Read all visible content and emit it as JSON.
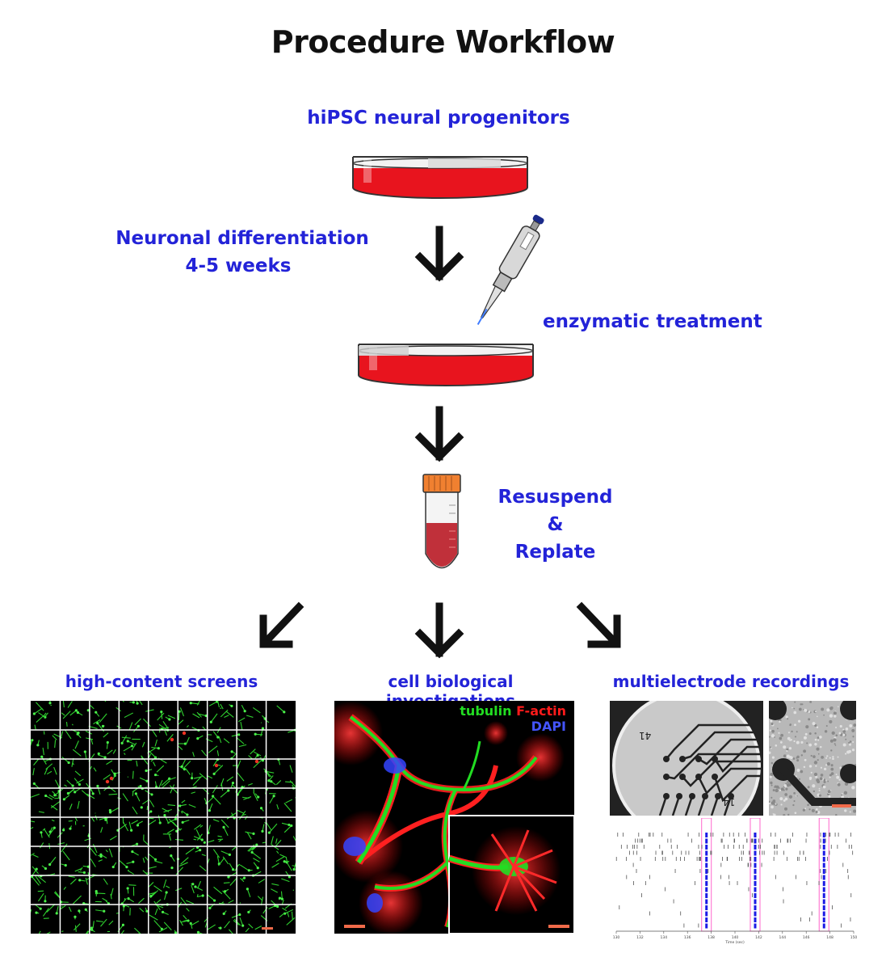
{
  "title": "Procedure Workflow",
  "steps": {
    "progenitors": "hiPSC neural progenitors",
    "differentiation_line1": "Neuronal differentiation",
    "differentiation_line2": "4-5 weeks",
    "enzymatic": "enzymatic treatment",
    "resuspend": "Resuspend",
    "ampersand": "&",
    "replate": "Replate"
  },
  "outputs": {
    "left": "high-content screens",
    "middle": "cell biological investigations",
    "right": "multielectrode recordings"
  },
  "stain_legend": {
    "tubulin": "tubulin",
    "factin": "F-actin",
    "dapi": "DAPI"
  },
  "mea_labels": {
    "electrode_a": "41",
    "electrode_b": "14"
  },
  "raster": {
    "axis_ticks": [
      "130",
      "132",
      "134",
      "136",
      "138",
      "140",
      "142",
      "144",
      "146",
      "148",
      "150"
    ],
    "axis_label": "Time (sec)"
  },
  "colors": {
    "label_blue": "#2323d8",
    "medium_red": "#e8141e",
    "tubulin_green": "#22dd22",
    "factin_red": "#ee1111",
    "dapi_blue": "#3344ff",
    "scale_bar": "#f06a4a"
  }
}
